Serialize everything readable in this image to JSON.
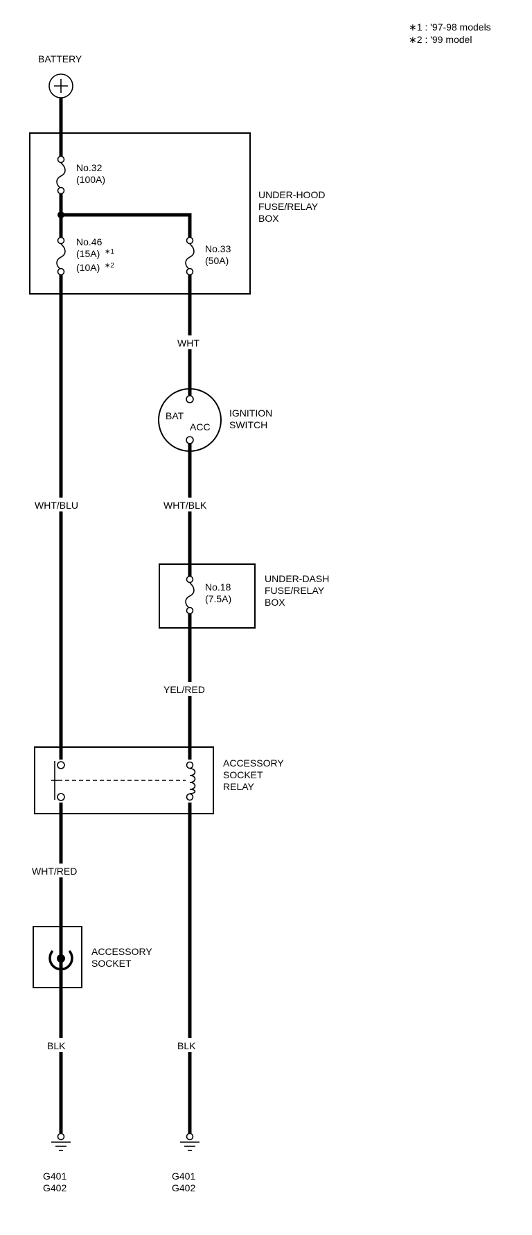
{
  "legend": {
    "line1": "∗1 : '97-98 models",
    "line2": "∗2 : '99 model"
  },
  "battery": {
    "label": "BATTERY",
    "symbol": "+"
  },
  "under_hood_box": {
    "label_line1": "UNDER-HOOD",
    "label_line2": "FUSE/RELAY",
    "label_line3": "BOX",
    "fuse32": {
      "name": "No.32",
      "rating": "(100A)"
    },
    "fuse46": {
      "name": "No.46",
      "rating1": "(15A)",
      "note1": "∗1",
      "rating2": "(10A)",
      "note2": "∗2"
    },
    "fuse33": {
      "name": "No.33",
      "rating": "(50A)"
    }
  },
  "wires": {
    "wht": "WHT",
    "wht_blu": "WHT/BLU",
    "wht_blk": "WHT/BLK",
    "yel_red": "YEL/RED",
    "wht_red": "WHT/RED",
    "blk_left": "BLK",
    "blk_right": "BLK"
  },
  "ignition_switch": {
    "label_line1": "IGNITION",
    "label_line2": "SWITCH",
    "bat": "BAT",
    "acc": "ACC"
  },
  "under_dash_box": {
    "label_line1": "UNDER-DASH",
    "label_line2": "FUSE/RELAY",
    "label_line3": "BOX",
    "fuse18": {
      "name": "No.18",
      "rating": "(7.5A)"
    }
  },
  "relay": {
    "label_line1": "ACCESSORY",
    "label_line2": "SOCKET",
    "label_line3": "RELAY"
  },
  "socket": {
    "label_line1": "ACCESSORY",
    "label_line2": "SOCKET"
  },
  "grounds": {
    "left": {
      "line1": "G401",
      "line2": "G402"
    },
    "right": {
      "line1": "G401",
      "line2": "G402"
    }
  }
}
